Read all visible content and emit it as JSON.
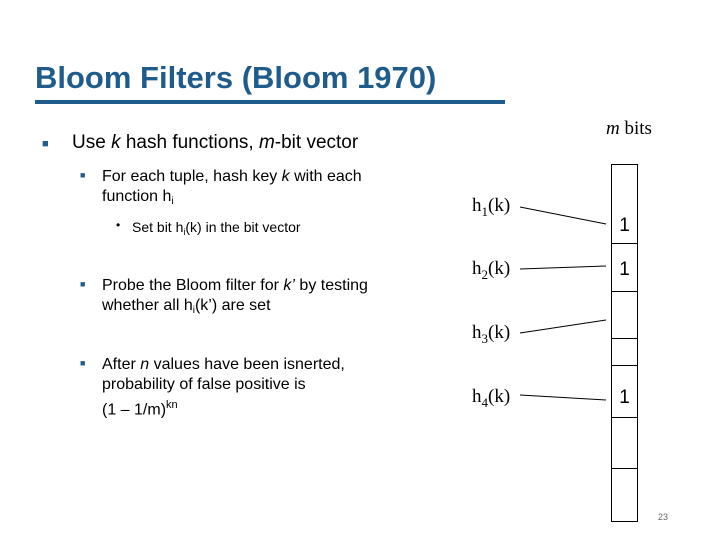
{
  "slide": {
    "title": "Bloom Filters (Bloom 1970)",
    "page_number": "23",
    "accent_color": "#1F5C8C"
  },
  "bullets": {
    "main": {
      "pre": "Use ",
      "k": "k",
      "mid": " hash functions, ",
      "m": "m",
      "post": "-bit vector"
    },
    "tuple": {
      "pre": "For each tuple, hash key ",
      "k": "k",
      "mid": " with each",
      "line2": "function h",
      "sub_i": "i"
    },
    "setbit": {
      "pre": "Set bit h",
      "sub_i": "i",
      "post": "(k) in the bit vector"
    },
    "probe": {
      "pre": "Probe the Bloom filter for ",
      "k": "k’",
      "mid": " by testing",
      "line2a": "whether all h",
      "sub_i": "i",
      "line2b": "(k’) are set"
    },
    "after": {
      "pre": "After ",
      "n": "n",
      "post": " values have been isnerted,",
      "line2": "probability of false positive is",
      "line3": "(1 – 1/m)",
      "exp": "kn"
    }
  },
  "diagram": {
    "bits_label": {
      "m": "m",
      "post": " bits"
    },
    "hash_labels": [
      {
        "base": "h",
        "sub": "1",
        "arg": "(k)"
      },
      {
        "base": "h",
        "sub": "2",
        "arg": "(k)"
      },
      {
        "base": "h",
        "sub": "3",
        "arg": "(k)"
      },
      {
        "base": "h",
        "sub": "4",
        "arg": "(k)"
      }
    ],
    "bits": [
      "1",
      "1",
      "",
      "",
      "1",
      "",
      ""
    ]
  }
}
